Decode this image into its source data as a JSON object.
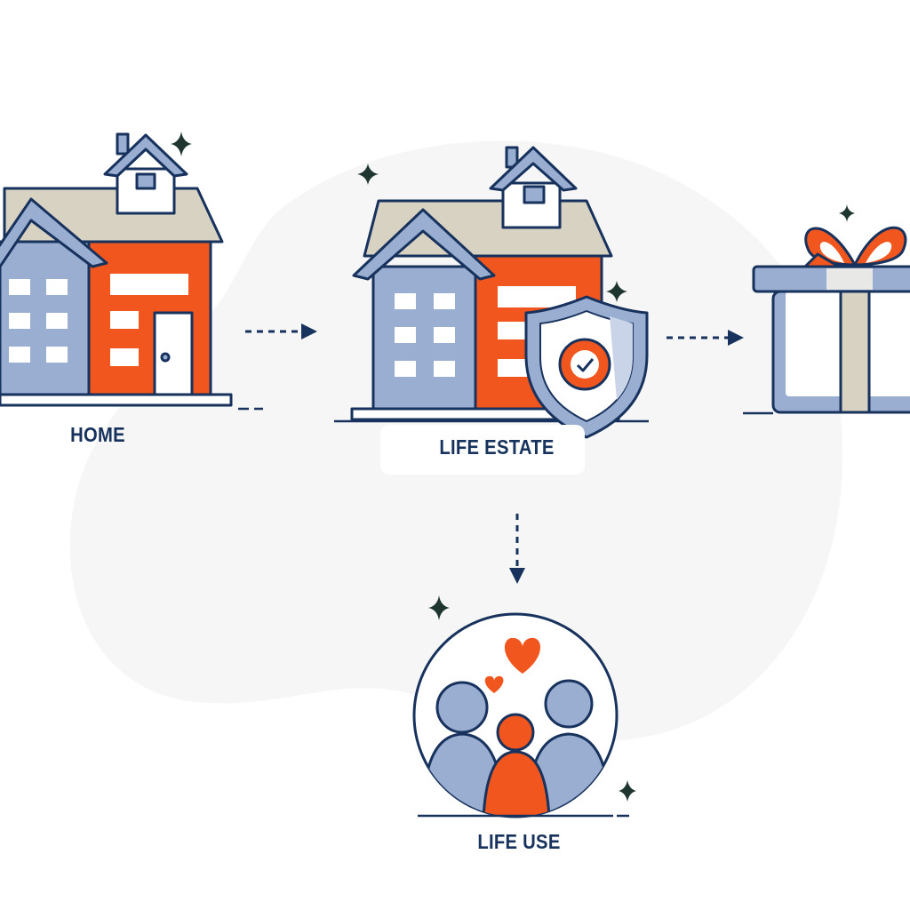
{
  "diagram": {
    "nodes": [
      {
        "id": "home",
        "label": "HOME",
        "icon": "house-icon"
      },
      {
        "id": "life_estate",
        "label": "LIFE ESTATE",
        "icon": "house-with-shield-icon"
      },
      {
        "id": "gift",
        "label": "",
        "icon": "gift-box-icon"
      },
      {
        "id": "life_use",
        "label": "LIFE USE",
        "icon": "family-circle-icon"
      }
    ],
    "edges": [
      {
        "from": "home",
        "to": "life_estate",
        "style": "dashed-arrow"
      },
      {
        "from": "life_estate",
        "to": "gift",
        "style": "dashed-arrow"
      },
      {
        "from": "life_estate",
        "to": "life_use",
        "style": "dashed-arrow"
      }
    ]
  },
  "colors": {
    "navy": "#17325c",
    "blue": "#9aaed2",
    "orange": "#f2561f",
    "beige": "#d8d2c2",
    "blob": "#f6f6f7",
    "sparkle": "#1e3530"
  }
}
